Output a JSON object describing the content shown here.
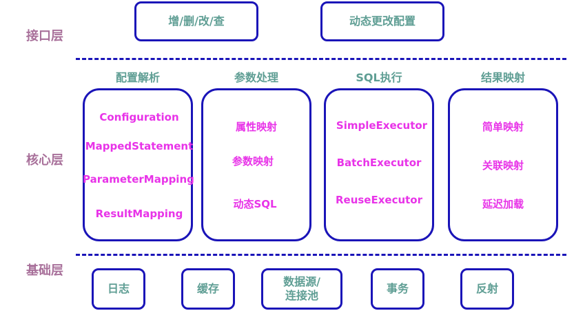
{
  "layers": {
    "interface": "接口层",
    "core": "核心层",
    "base": "基础层"
  },
  "interface_boxes": [
    "增/删/改/查",
    "动态更改配置"
  ],
  "core_columns": [
    {
      "header": "配置解析",
      "items": [
        "Configuration",
        "MappedStatement",
        "ParameterMapping",
        "ResultMapping"
      ]
    },
    {
      "header": "参数处理",
      "items": [
        "属性映射",
        "参数映射",
        "动态SQL"
      ]
    },
    {
      "header": "SQL执行",
      "items": [
        "SimpleExecutor",
        "BatchExecutor",
        "ReuseExecutor"
      ]
    },
    {
      "header": "结果映射",
      "items": [
        "简单映射",
        "关联映射",
        "延迟加载"
      ]
    }
  ],
  "base_boxes": [
    "日志",
    "缓存",
    "数据源/\n连接池",
    "事务",
    "反射"
  ],
  "colors": {
    "box_border": "#1a14b8",
    "layer_label": "#a8709a",
    "teal_text": "#5f9e94",
    "magenta_text": "#e833e8"
  }
}
